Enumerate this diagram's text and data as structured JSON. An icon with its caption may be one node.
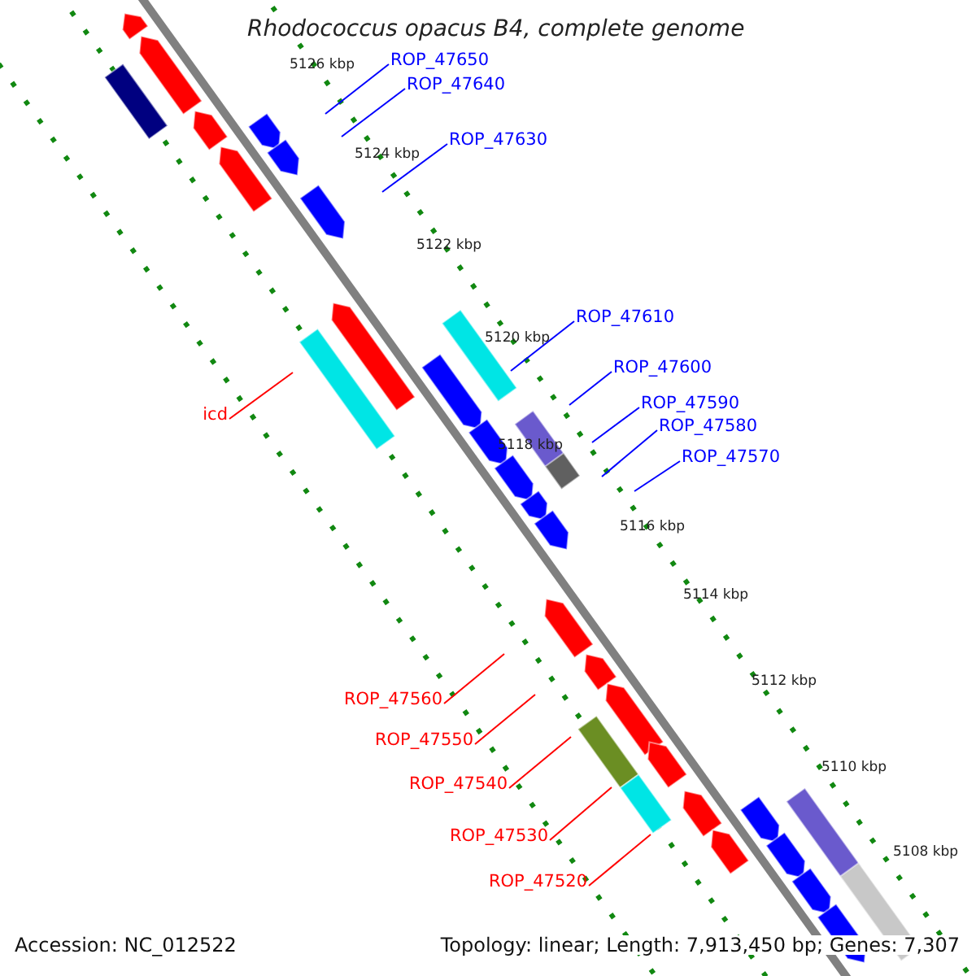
{
  "diagram": {
    "title": "Rhodococcus opacus B4, complete genome",
    "nodes": [
      {
        "text": [
          "ROP_47650"
        ]
      },
      {
        "text": [
          "ROP_47640"
        ]
      },
      {
        "text": [
          "ROP_47630"
        ]
      },
      {
        "text": [
          "ROP_47610"
        ]
      },
      {
        "text": [
          "ROP_47600"
        ]
      },
      {
        "text": [
          "ROP_47590"
        ]
      },
      {
        "text": [
          "ROP_47580"
        ]
      },
      {
        "text": [
          "ROP_47570"
        ]
      },
      {
        "text": [
          "icd"
        ]
      },
      {
        "text": [
          "ROP_47560"
        ]
      },
      {
        "text": [
          "ROP_47550"
        ]
      },
      {
        "text": [
          "ROP_47540"
        ]
      },
      {
        "text": [
          "ROP_47530"
        ]
      },
      {
        "text": [
          "ROP_47520"
        ]
      }
    ],
    "edges": [
      {
        "from": 0,
        "to": null,
        "arrow": "none"
      },
      {
        "from": 1,
        "to": null,
        "arrow": "none"
      },
      {
        "from": 2,
        "to": null,
        "arrow": "none"
      },
      {
        "from": 3,
        "to": null,
        "arrow": "none"
      },
      {
        "from": 4,
        "to": null,
        "arrow": "none"
      },
      {
        "from": 5,
        "to": null,
        "arrow": "none"
      },
      {
        "from": 6,
        "to": null,
        "arrow": "none"
      },
      {
        "from": 7,
        "to": null,
        "arrow": "none"
      },
      {
        "from": 8,
        "to": null,
        "arrow": "none",
        "color": "#ff0000"
      },
      {
        "from": 9,
        "to": null,
        "arrow": "none",
        "color": "#ff0000"
      },
      {
        "from": 10,
        "to": null,
        "arrow": "none",
        "color": "#ff0000"
      },
      {
        "from": 11,
        "to": null,
        "arrow": "none",
        "color": "#ff0000"
      },
      {
        "from": 12,
        "to": null,
        "arrow": "none",
        "color": "#ff0000"
      },
      {
        "from": 13,
        "to": null,
        "arrow": "none",
        "color": "#ff0000"
      }
    ],
    "labels": [
      "5126 kbp",
      "5124 kbp",
      "5122 kbp",
      "5120 kbp",
      "5118 kbp",
      "5116 kbp",
      "5114 kbp",
      "5112 kbp",
      "5110 kbp",
      "5108 kbp",
      "Accession: NC_012522",
      "Topology: linear; Length: 7,913,450 bp; Genes: 7,307"
    ]
  }
}
